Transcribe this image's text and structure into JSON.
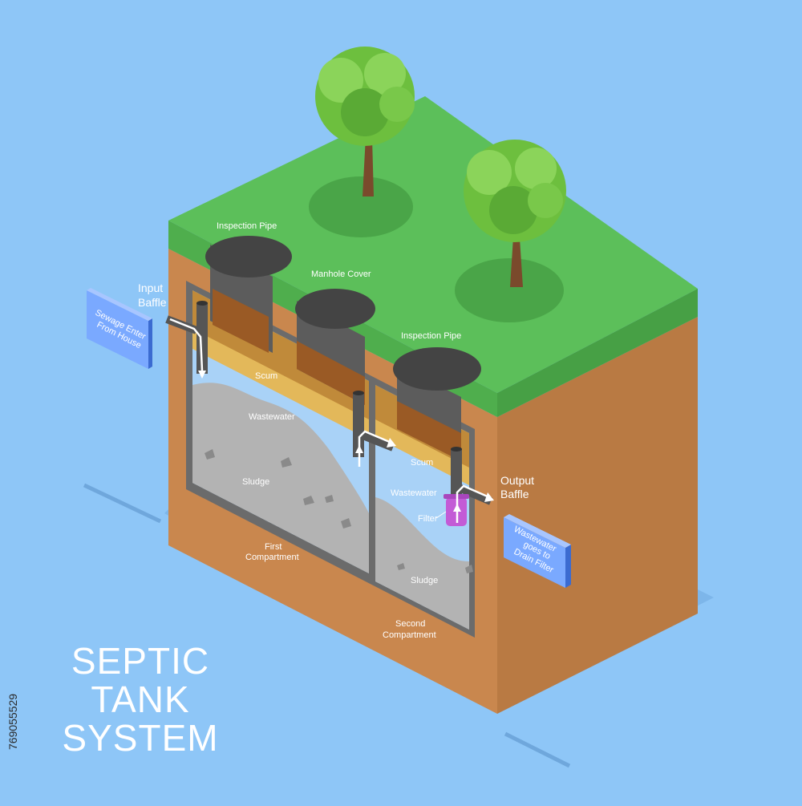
{
  "title": {
    "line1": "SEPTIC",
    "line2": "TANK",
    "line3": "SYSTEM"
  },
  "stock_id": "769055529",
  "labels": {
    "inspection_pipe_1": "Inspection Pipe",
    "manhole_cover": "Manhole Cover",
    "inspection_pipe_2": "Inspection Pipe",
    "input_baffle_1": "Input",
    "input_baffle_2": "Baffle",
    "output_baffle_1": "Output",
    "output_baffle_2": "Baffle",
    "scum_1": "Scum",
    "wastewater_1": "Wastewater",
    "sludge_1": "Sludge",
    "scum_2": "Scum",
    "wastewater_2": "Wastewater",
    "filter": "Filter",
    "sludge_2": "Sludge",
    "first_compartment_1": "First",
    "first_compartment_2": "Compartment",
    "second_compartment_1": "Second",
    "second_compartment_2": "Compartment"
  },
  "signs": {
    "left_1": "Sewage Enter",
    "left_2": "From House",
    "right_1": "Wastewater",
    "right_2": "goes to",
    "right_3": "Drain Filter"
  },
  "colors": {
    "background": "#8ec6f7",
    "grass": "#5cbf5a",
    "soil": "#c9874e",
    "soil_side": "#b97a43",
    "wastewater": "#a9d2f7",
    "sludge": "#b3b3b3",
    "scum": "#e3b85a",
    "tank_wall": "#6b6b6b",
    "sign": "#7aa9ff",
    "filter": "#c35bd6"
  }
}
